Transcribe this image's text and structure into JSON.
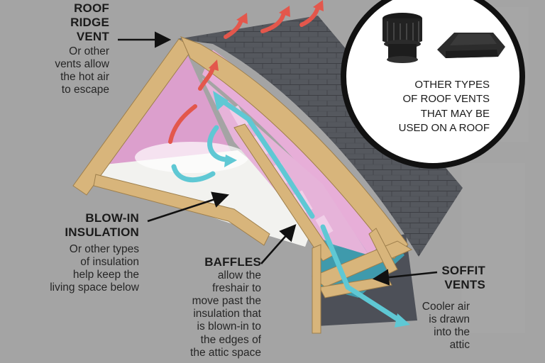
{
  "labels": {
    "ridge": {
      "title": [
        "ROOF",
        "RIDGE",
        "VENT"
      ],
      "desc": [
        "Or other",
        "vents allow",
        "the hot air",
        "to escape"
      ]
    },
    "insulation": {
      "title": [
        "BLOW-IN",
        "INSULATION"
      ],
      "desc": [
        "Or other types",
        "of insulation",
        "help keep the",
        "living space below"
      ]
    },
    "baffles": {
      "title": [
        "BAFFLES"
      ],
      "desc": [
        "allow the",
        "freshair to",
        "move past the",
        "insulation that",
        "is blown-in to",
        "the edges of",
        "the attic space"
      ]
    },
    "soffit": {
      "title": [
        "SOFFIT",
        "VENTS"
      ],
      "desc": [
        "Cooler air",
        "is drawn",
        "into the",
        "attic"
      ]
    },
    "vents_inset": {
      "text": [
        "OTHER TYPES",
        "OF ROOF VENTS",
        "THAT MAY BE",
        "USED ON A ROOF"
      ]
    }
  },
  "colors": {
    "background": "#a4a4a4",
    "shingles": "#55585e",
    "wood": "#d9b77e",
    "insulation_pink": "#e3a8d3",
    "blown_insulation": "#f4f4f2",
    "cool_air": "#5fc8d4",
    "hot_air": "#e3574c",
    "inset_circle": "#ffffff"
  },
  "icons": [
    "turbine-vent-icon",
    "box-vent-icon",
    "pointer-arrow-icon"
  ]
}
